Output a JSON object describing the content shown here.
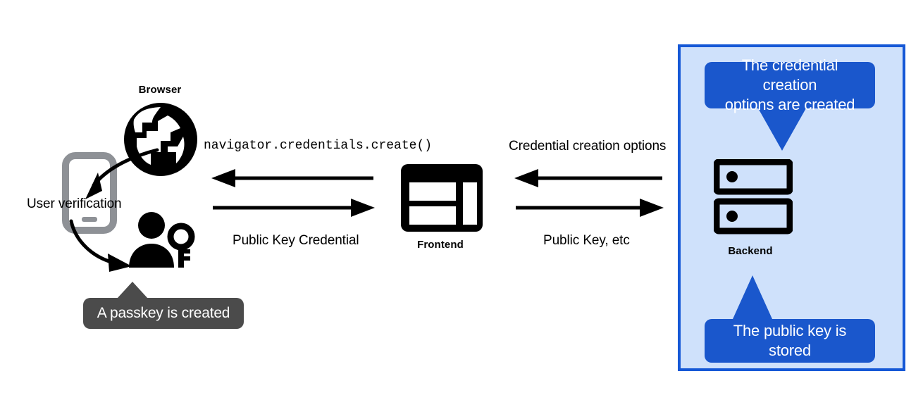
{
  "diagram": {
    "title": "WebAuthn passkey registration flow",
    "colors": {
      "panel_fill": "#cfe1fb",
      "panel_border": "#1558d6",
      "callout_blue": "#1a57cc",
      "callout_dark": "#4b4b4b",
      "icon_black": "#000000",
      "phone_gray": "#8e9196",
      "background": "#ffffff"
    }
  },
  "nodes": {
    "browser": {
      "label": "Browser",
      "icon": "globe-icon"
    },
    "frontend": {
      "label": "Frontend",
      "icon": "dashboard-layout-icon"
    },
    "backend": {
      "label": "Backend",
      "icon": "server-stack-icon"
    },
    "device": {
      "icon": "mobile-phone-icon"
    },
    "user": {
      "icon": "person-with-key-icon"
    }
  },
  "flows": [
    {
      "id": "navigator-create",
      "label": "navigator.credentials.create()",
      "style": "monospace",
      "direction": "frontend-to-browser"
    },
    {
      "id": "public-key-credential",
      "label": "Public Key Credential",
      "style": "sans",
      "direction": "browser-to-frontend"
    },
    {
      "id": "credential-creation-options",
      "label": "Credential creation options",
      "style": "sans",
      "direction": "backend-to-frontend"
    },
    {
      "id": "public-key-etc",
      "label": "Public Key, etc",
      "style": "sans",
      "direction": "frontend-to-backend"
    }
  ],
  "annotations": {
    "user_verification": "User verification",
    "passkey_created": "A passkey is created",
    "credential_options_created": "The credential creation options are created",
    "public_key_stored": "The public key is stored"
  },
  "callouts": {
    "credential_options": {
      "line1": "The credential creation",
      "line2": "options are created",
      "color": "#1a57cc"
    },
    "public_key_stored": {
      "line1": "The public key is",
      "line2": "stored",
      "color": "#1a57cc"
    },
    "passkey_created": {
      "text": "A passkey is created",
      "color": "#4b4b4b"
    }
  }
}
